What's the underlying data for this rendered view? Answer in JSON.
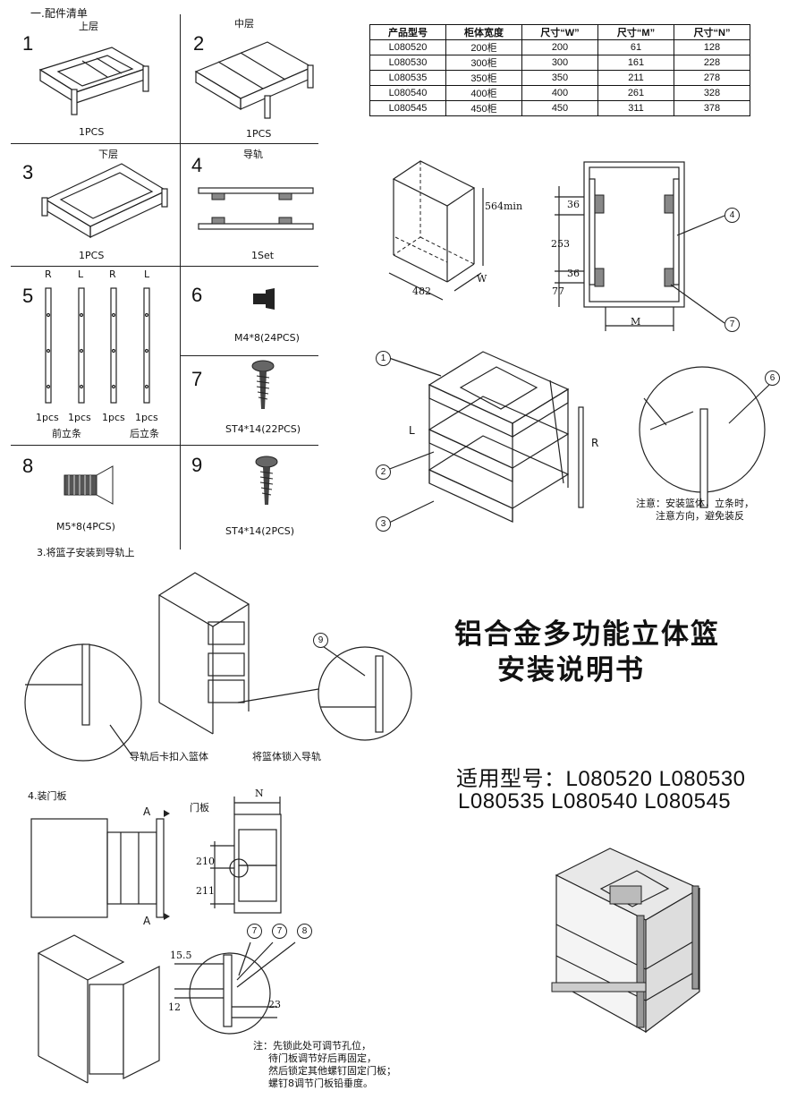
{
  "parts_section": {
    "heading": "一.配件清单",
    "cells": [
      {
        "num": "1",
        "name": "上层",
        "qty": "1PCS"
      },
      {
        "num": "2",
        "name": "中层",
        "qty": "1PCS"
      },
      {
        "num": "3",
        "name": "下层",
        "qty": "1PCS"
      },
      {
        "num": "4",
        "name": "导轨",
        "qty": "1Set"
      },
      {
        "num": "5",
        "name": "",
        "qty": ""
      },
      {
        "num": "6",
        "name": "",
        "qty": "M4*8(24PCS)"
      },
      {
        "num": "7",
        "name": "",
        "qty": "ST4*14(22PCS)"
      },
      {
        "num": "8",
        "name": "",
        "qty": "M5*8(4PCS)"
      },
      {
        "num": "9",
        "name": "",
        "qty": "ST4*14(2PCS)"
      }
    ],
    "uprights": {
      "letters": [
        "R",
        "L",
        "R",
        "L"
      ],
      "qtys": [
        "1pcs",
        "1pcs",
        "1pcs",
        "1pcs"
      ],
      "front_label": "前立条",
      "back_label": "后立条"
    }
  },
  "spec_table": {
    "headers": [
      "产品型号",
      "柜体宽度",
      "尺寸“W”",
      "尺寸“M”",
      "尺寸“N”"
    ],
    "rows": [
      [
        "L080520",
        "200柜",
        "200",
        "61",
        "128"
      ],
      [
        "L080530",
        "300柜",
        "300",
        "161",
        "228"
      ],
      [
        "L080535",
        "350柜",
        "350",
        "211",
        "278"
      ],
      [
        "L080540",
        "400柜",
        "400",
        "261",
        "328"
      ],
      [
        "L080545",
        "450柜",
        "450",
        "311",
        "378"
      ]
    ]
  },
  "cabinet_dims": {
    "height": "564min",
    "depth": "482",
    "width": "W"
  },
  "rail_dims": {
    "top": "36",
    "mid": "253",
    "bottom_gap": "36",
    "bottom": "77",
    "width": "M",
    "callout_rail": "4",
    "callout_screw": "7"
  },
  "assembly": {
    "callouts": [
      "1",
      "2",
      "3",
      "6"
    ],
    "left_letter": "L",
    "right_letter": "R",
    "note_line1": "注意：安装篮体，立条时，",
    "note_line2": "注意方向，避免装反"
  },
  "step3": {
    "heading": "3.将篮子安装到导轨上",
    "callout": "9",
    "label_left": "导轨后卡扣入篮体",
    "label_right": "将篮体锁入导轨"
  },
  "title": {
    "line1": "铝合金多功能立体篮",
    "line2": "安装说明书"
  },
  "models": {
    "line1": "适用型号：L080520   L080530",
    "line2": "L080535   L080540   L080545"
  },
  "step4": {
    "heading": "4.装门板",
    "section_a": "A",
    "door_label": "门板",
    "dim_n": "N",
    "dim_210": "210",
    "dim_211": "211",
    "dim_155": "15.5",
    "dim_12": "12",
    "dim_23": "23",
    "callouts": [
      "7",
      "7",
      "8"
    ],
    "note": [
      "注：先锁此处可调节孔位，",
      "待门板调节好后再固定，",
      "然后锁定其他螺钉固定门板；",
      "螺钉8调节门板铅垂度。"
    ]
  }
}
